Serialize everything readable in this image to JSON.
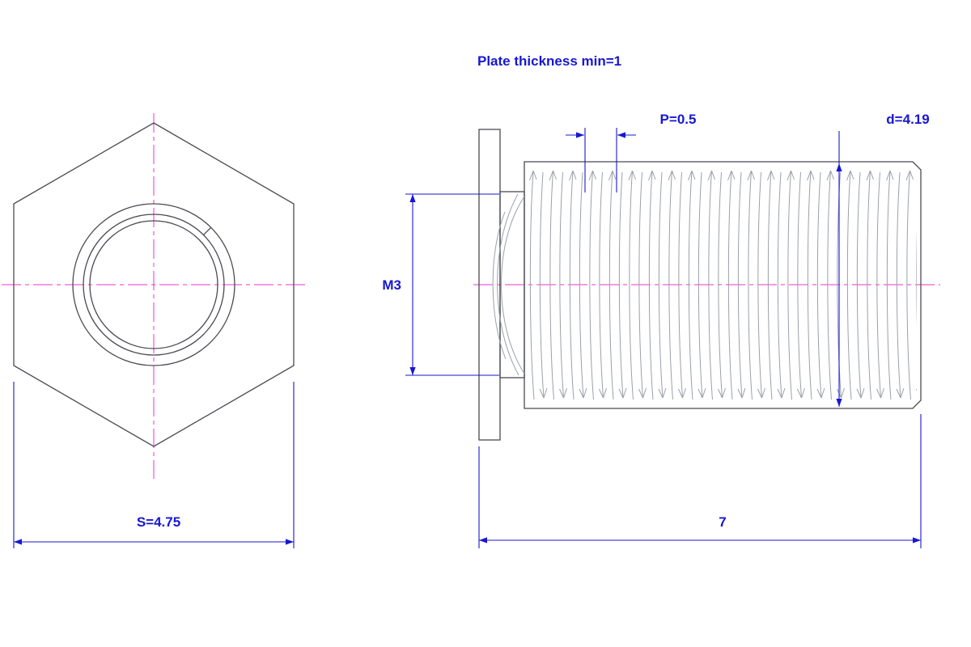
{
  "annotations": {
    "plate_thickness": "Plate thickness min=1",
    "pitch": "P=0.5",
    "outer_diameter": "d=4.19",
    "thread_size": "M3",
    "width_across_flats": "S=4.75",
    "overall_length": "7"
  },
  "colors": {
    "annotation_blue": "#1717d2",
    "centerline_magenta": "#f233cc",
    "geometry_gray": "#4a4a52",
    "thread_light_gray": "#9aa0a8",
    "background": "#ffffff"
  }
}
